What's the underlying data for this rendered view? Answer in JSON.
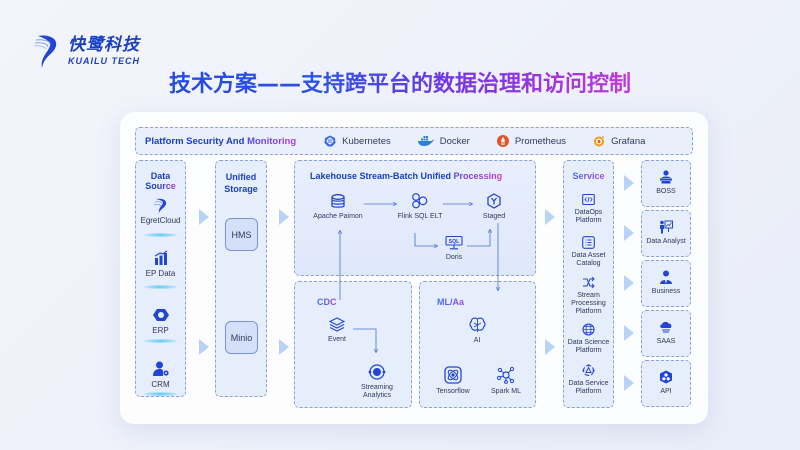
{
  "brand": {
    "name_cn": "快鹭科技",
    "name_en": "KUAILU TECH"
  },
  "title": "技术方案——支持跨平台的数据治理和访问控制",
  "colors": {
    "brand_blue": "#1a3fc4",
    "title_purple": "#c43ad9",
    "line_blue": "#4a6fd6",
    "panel_bg": "#e6edfb"
  },
  "platform_bar": {
    "title_prefix": "Platform Security And ",
    "title_suffix": "Monitoring",
    "tools": [
      {
        "label": "Kubernetes",
        "icon": "kubernetes-icon"
      },
      {
        "label": "Docker",
        "icon": "docker-icon"
      },
      {
        "label": "Prometheus",
        "icon": "prometheus-icon"
      },
      {
        "label": "Grafana",
        "icon": "grafana-icon"
      }
    ]
  },
  "data_source": {
    "title": "Data Source",
    "items": [
      {
        "label": "EgretCloud",
        "icon": "egret-cloud-icon"
      },
      {
        "label": "EP Data",
        "icon": "bar-chart-icon"
      },
      {
        "label": "ERP",
        "icon": "hex-nut-icon"
      },
      {
        "label": "CRM",
        "icon": "user-gear-icon"
      }
    ]
  },
  "unified_storage": {
    "title_line1": "Unified",
    "title_line2": "Storage",
    "items": [
      "HMS",
      "Minio"
    ]
  },
  "lakehouse": {
    "title_prefix": "Lakehouse Stream-Batch Unified ",
    "title_suffix": "Processing",
    "nodes": {
      "paimon": "Apache Paimon",
      "flink": "Flink SQL ELT",
      "staged": "Staged",
      "doris": "Doris",
      "doris_badge": "SQL"
    }
  },
  "cdc": {
    "title": "CDC",
    "nodes": {
      "event": "Event",
      "streaming_line1": "Streaming",
      "streaming_line2": "Analytics"
    }
  },
  "ml": {
    "title": "ML/Aa",
    "nodes": {
      "ai": "AI",
      "tensorflow": "Tensorflow",
      "spark": "Spark ML"
    }
  },
  "service": {
    "title": "Service",
    "items": [
      {
        "line1": "DataOps",
        "line2": "Platform",
        "icon": "code-icon"
      },
      {
        "line1": "Data Asset",
        "line2": "Catalog",
        "icon": "list-icon"
      },
      {
        "line1": "Stream",
        "line2": "Processing",
        "line3": "Platform",
        "icon": "shuffle-icon"
      },
      {
        "line1": "Data Science",
        "line2": "Platform",
        "icon": "globe-icon"
      },
      {
        "line1": "Data Service",
        "line2": "Platform",
        "icon": "service-ring-icon"
      }
    ]
  },
  "consumers": [
    {
      "label": "BOSS",
      "icon": "boss-icon"
    },
    {
      "label": "Data Analyst",
      "icon": "analyst-icon"
    },
    {
      "label": "Business",
      "icon": "business-icon"
    },
    {
      "label": "SAAS",
      "icon": "cloud-icon"
    },
    {
      "label": "API",
      "icon": "api-icon"
    }
  ]
}
